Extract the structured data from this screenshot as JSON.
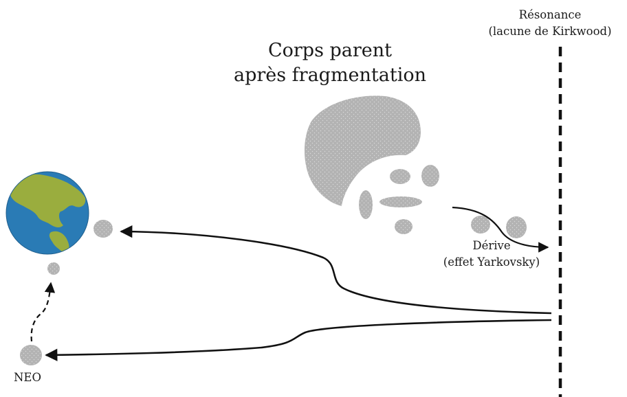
{
  "title": {
    "line1": "Corps parent",
    "line2": "après fragmentation"
  },
  "resonance": {
    "line1": "Résonance",
    "line2": "(lacune de Kirkwood)"
  },
  "drift": {
    "line1": "Dérive",
    "line2": "(effet Yarkovsky)"
  },
  "neo_label": "NEO",
  "colors": {
    "asteroid": "#b3b3b3",
    "ocean": "#2a7bb5",
    "land": "#9aad3e",
    "line": "#111111"
  },
  "icons": [
    "earth-icon",
    "asteroid-icon"
  ]
}
